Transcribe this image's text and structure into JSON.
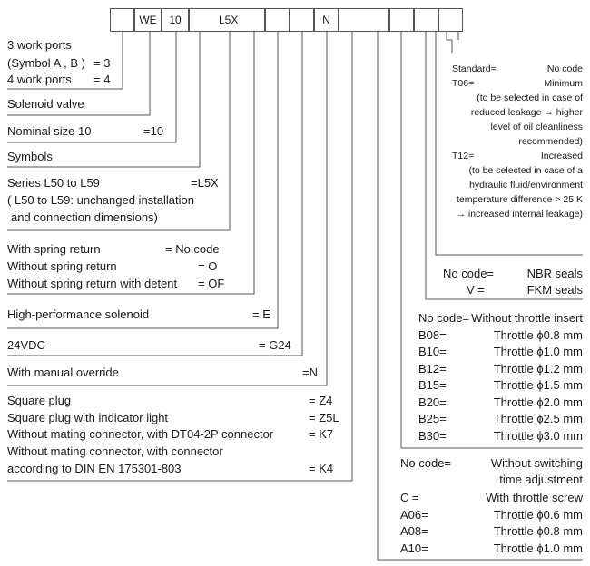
{
  "code_boxes": [
    "",
    "WE",
    "10",
    "L5X",
    "",
    "",
    "N",
    "",
    "",
    "",
    ""
  ],
  "sections": {
    "ports": {
      "line1": "3 work ports",
      "line2": "(Symbol A , B )",
      "line2_code": "= 3",
      "line3": "4 work ports",
      "line3_code": "= 4"
    },
    "valve": "Solenoid valve",
    "size": {
      "label": "Nominal size 10",
      "code": "=10"
    },
    "symbols": "Symbols",
    "series": {
      "label": "Series L50 to L59",
      "code": "=L5X",
      "note1": "( L50 to L59: unchanged installation",
      "note2": "and connection dimensions)"
    },
    "spring": [
      {
        "label": "With spring return",
        "code": "= No code"
      },
      {
        "label": "Without spring return",
        "code": "= O"
      },
      {
        "label": "Without spring return with detent",
        "code": "= OF"
      }
    ],
    "solenoid": {
      "label": "High-performance solenoid",
      "code": "= E"
    },
    "voltage": {
      "label": "24VDC",
      "code": "= G24"
    },
    "override": {
      "label": "With manual override",
      "code": "=N"
    },
    "connectors": [
      {
        "label": "Square plug",
        "code": "= Z4"
      },
      {
        "label": "Square plug with indicator light",
        "code": "= Z5L"
      },
      {
        "label": "Without mating connector, with DT04-2P connector",
        "code": "= K7"
      },
      {
        "label": "Without mating connector, with connector",
        "code": ""
      },
      {
        "label": "according to DIN EN 175301-803",
        "code": "= K4"
      }
    ],
    "filter": {
      "standard_key": "Standard=",
      "standard_val": "No code",
      "t06_key": "T06=",
      "t06_val": "Minimum",
      "t06_note": [
        "(to be selected in case of",
        "reduced leakage → higher",
        "level of oil cleanliness",
        "recommended)"
      ],
      "t12_key": "T12=",
      "t12_val": "Increased",
      "t12_note": [
        "(to be selected in case of a",
        "hydraulic fluid/environment",
        "temperature difference > 25 K",
        "→ increased internal leakage)"
      ]
    },
    "seals": [
      {
        "key": "No code=",
        "val": "NBR seals"
      },
      {
        "key": "V    =",
        "val": "FKM seals"
      }
    ],
    "throttle": [
      {
        "key": "No code=",
        "val": "Without throttle insert"
      },
      {
        "key": "B08=",
        "val": "Throttle ϕ0.8 mm"
      },
      {
        "key": "B10=",
        "val": "Throttle ϕ1.0 mm"
      },
      {
        "key": "B12=",
        "val": "Throttle ϕ1.2 mm"
      },
      {
        "key": "B15=",
        "val": "Throttle ϕ1.5 mm"
      },
      {
        "key": "B20=",
        "val": "Throttle ϕ2.0 mm"
      },
      {
        "key": "B25=",
        "val": "Throttle ϕ2.5 mm"
      },
      {
        "key": "B30=",
        "val": "Throttle ϕ3.0 mm"
      }
    ],
    "switching": {
      "none_key": "No code=",
      "none_val1": "Without switching",
      "none_val2": "time adjustment",
      "rows": [
        {
          "key": "C     =",
          "val": "With throttle screw"
        },
        {
          "key": "A06=",
          "val": "Throttle ϕ0.6 mm"
        },
        {
          "key": "A08=",
          "val": "Throttle ϕ0.8 mm"
        },
        {
          "key": "A10=",
          "val": "Throttle ϕ1.0 mm"
        }
      ]
    }
  }
}
